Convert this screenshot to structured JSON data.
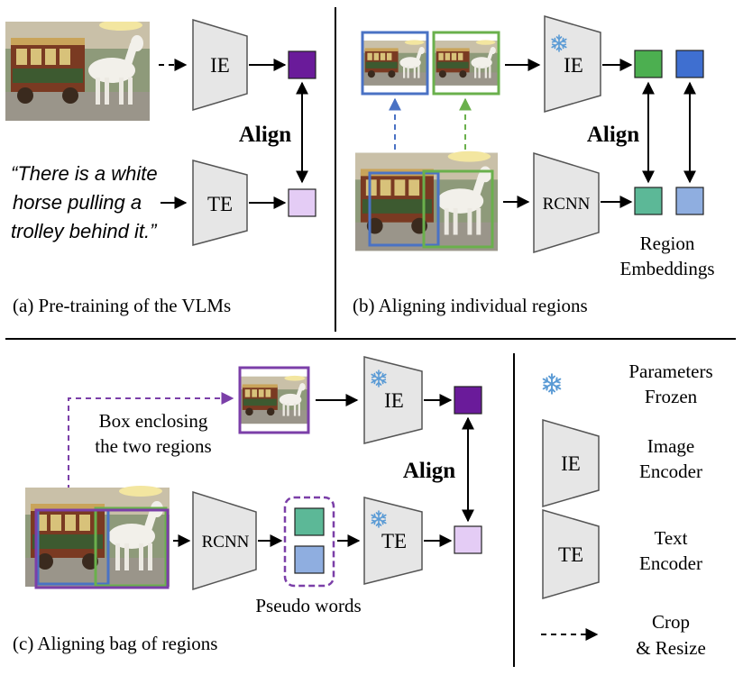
{
  "panel_a": {
    "encoder_image": "IE",
    "encoder_text": "TE",
    "align_label": "Align",
    "caption_lines": [
      "“There is a white",
      "horse pulling a",
      "trolley behind it.”"
    ],
    "panel_caption": "(a) Pre-training of the VLMs"
  },
  "panel_b": {
    "encoder_image": "IE",
    "encoder_rcnn": "RCNN",
    "align_label": "Align",
    "region_label_1": "Region",
    "region_label_2": "Embeddings",
    "panel_caption": "(b) Aligning individual regions"
  },
  "panel_c": {
    "box_label_1": "Box enclosing",
    "box_label_2": "the two regions",
    "encoder_image": "IE",
    "encoder_rcnn": "RCNN",
    "encoder_text": "TE",
    "align_label": "Align",
    "pseudo_label": "Pseudo words",
    "panel_caption": "(c) Aligning bag of regions"
  },
  "legend": {
    "frozen_1": "Parameters",
    "frozen_2": "Frozen",
    "ie_symbol": "IE",
    "ie_1": "Image",
    "ie_2": "Encoder",
    "te_symbol": "TE",
    "te_1": "Text",
    "te_2": "Encoder",
    "crop_1": "Crop",
    "crop_2": "& Resize"
  },
  "colors": {
    "encoder_fill": "#e6e6e6",
    "encoder_stroke": "#555555",
    "purple_dark": "#6a1b9a",
    "purple_light": "#e4ccf5",
    "green_emb": "#4caf50",
    "blue_emb": "#3f6fd0",
    "teal_emb": "#5cb897",
    "lightblue_emb": "#8faee0",
    "box_blue": "#4a72c4",
    "box_green": "#6ab04c",
    "box_purple": "#7b3fa8",
    "snowflake": "#5b9bd5"
  }
}
